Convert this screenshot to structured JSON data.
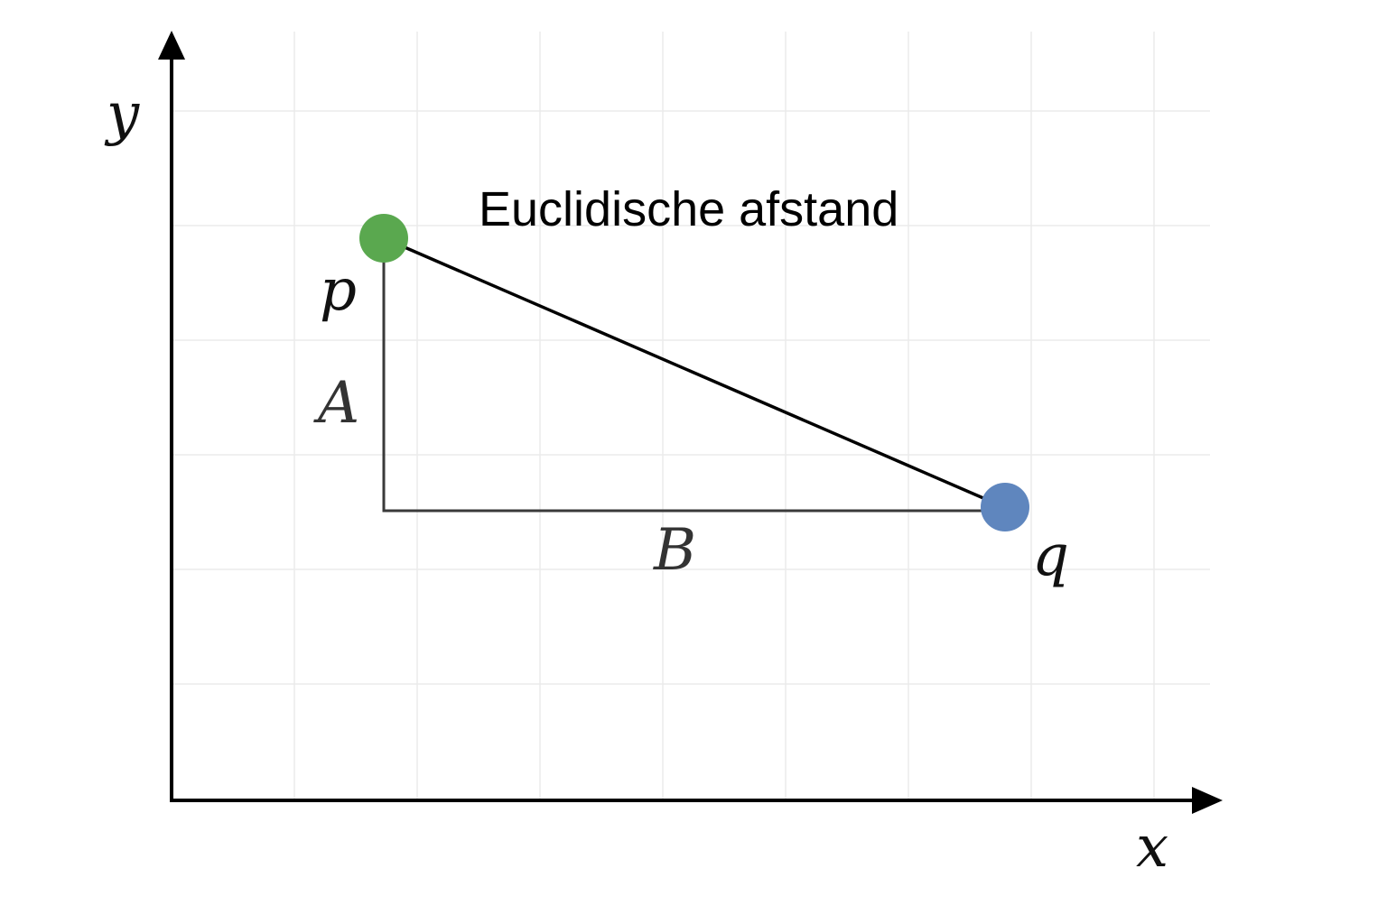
{
  "title": "Euclidische afstand",
  "axes": {
    "x_label": "x",
    "y_label": "y"
  },
  "points": {
    "p": {
      "label": "p",
      "color": "#5aa84f"
    },
    "q": {
      "label": "q",
      "color": "#5f86be"
    }
  },
  "legs": {
    "vertical_label": "A",
    "horizontal_label": "B"
  }
}
